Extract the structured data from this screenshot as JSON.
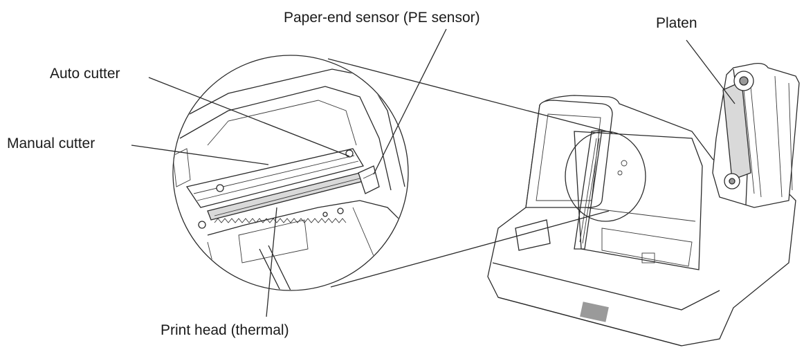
{
  "diagram": {
    "labels": {
      "pe_sensor": "Paper-end sensor (PE sensor)",
      "platen": "Platen",
      "auto_cutter": "Auto cutter",
      "manual_cutter": "Manual cutter",
      "print_head": "Print head (thermal)"
    }
  }
}
